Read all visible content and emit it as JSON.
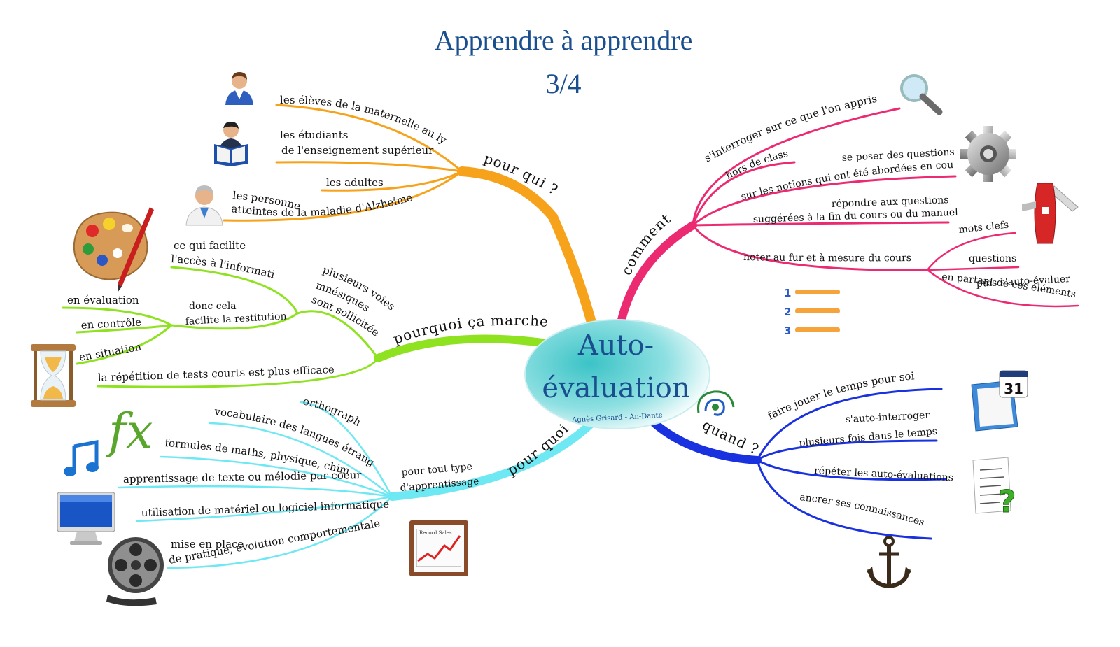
{
  "title": {
    "line1": "Apprendre à apprendre",
    "line2": "3/4"
  },
  "center": {
    "line1": "Auto-",
    "line2": "évaluation",
    "credit": "Agnès Grisard - An-Dante"
  },
  "colors": {
    "pour_qui": "#f7a21b",
    "comment": "#ec2a72",
    "pourquoi_marche": "#8fe21f",
    "pour_quoi": "#6ee8f2",
    "quand": "#1a31e0",
    "title": "#1a4f8f"
  },
  "branches": {
    "pour_qui": {
      "label": "pour qui ?",
      "items": [
        "les élèves de la maternelle au lycée",
        "les étudiants",
        "de l'enseignement supérieur",
        "les adultes",
        "les personnes",
        "atteintes de la maladie d'Alzheimer"
      ]
    },
    "pourquoi_marche": {
      "label": "pourquoi ça marche ?",
      "items": [
        "ce qui facilite",
        "l'accès à l'information",
        "plusieurs voies",
        "mnésiques",
        "sont sollicitées",
        "donc cela",
        "facilite la restitution",
        "en évaluation",
        "en contrôle",
        "en situation",
        "la répétition de tests courts est plus efficace"
      ]
    },
    "pour_quoi": {
      "label": "pour quoi ?",
      "items": [
        "pour tout type",
        "d'apprentissage",
        "orthographe",
        "vocabulaire des langues étrangères",
        "formules de maths, physique, chimie...",
        "apprentissage de texte ou mélodie par coeur",
        "utilisation de matériel ou logiciel informatique",
        "mise en place",
        "de pratique, évolution comportementale"
      ]
    },
    "comment": {
      "label": "comment ?",
      "items": [
        "s'interroger sur ce que l'on appris",
        "hors de classe",
        "se poser des questions",
        "sur les notions qui ont été abordées en cours",
        "répondre aux questions",
        "suggérées à la fin du cours ou du manuel",
        "noter au fur et à mesure du cours",
        "mots clefs",
        "questions",
        "puis s'auto-évaluer",
        "en partant de ces éléments"
      ]
    },
    "quand": {
      "label": "quand ?",
      "items": [
        "faire jouer le temps pour soi",
        "s'auto-interroger",
        "plusieurs fois dans le temps",
        "répéter les auto-évaluations",
        "ancrer ses connaissances"
      ]
    }
  },
  "icons": [
    "person-icon",
    "reading-student-icon",
    "elderly-person-icon",
    "palette-icon",
    "hourglass-icon",
    "function-fx-icon",
    "music-note-icon",
    "monitor-icon",
    "film-reel-icon",
    "chart-board-icon",
    "magnifier-icon",
    "gear-icon",
    "swiss-knife-icon",
    "numbered-list-icon",
    "calendar-icon",
    "formula-question-icon",
    "anchor-icon",
    "logo-icon"
  ],
  "icon_text": {
    "list_numbers": [
      "1",
      "2",
      "3"
    ],
    "calendar_day": "31",
    "fx": "fx",
    "chart_caption": "Record Sales"
  }
}
